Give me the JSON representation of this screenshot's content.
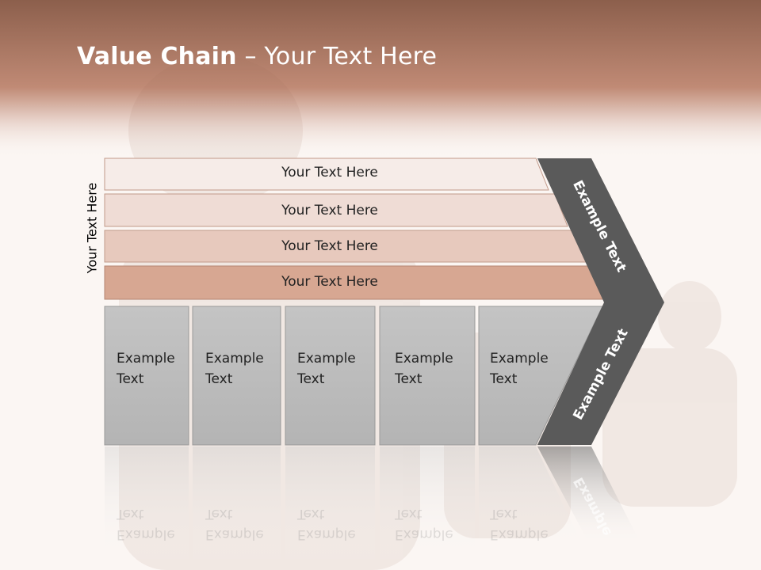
{
  "slide": {
    "title_bold": "Value Chain",
    "title_rest": " – Your Text Here",
    "vertical_label": "Your Text Here"
  },
  "rows": [
    {
      "label": "Your Text Here"
    },
    {
      "label": "Your Text Here"
    },
    {
      "label": "Your Text Here"
    },
    {
      "label": "Your Text Here"
    }
  ],
  "boxes": [
    {
      "line1": "Example",
      "line2": "Text"
    },
    {
      "line1": "Example",
      "line2": "Text"
    },
    {
      "line1": "Example",
      "line2": "Text"
    },
    {
      "line1": "Example",
      "line2": "Text"
    },
    {
      "line1": "Example",
      "line2": "Text"
    }
  ],
  "chevron": {
    "upper_label": "Example Text",
    "lower_label": "Example Text"
  },
  "colors": {
    "header": "#b9826b",
    "row1": "#f6ece8",
    "row2": "#efdcd5",
    "row3": "#e7c9bd",
    "row4": "#d7a792",
    "box": "#bdbdbd",
    "chevron": "#5a5a5a"
  }
}
